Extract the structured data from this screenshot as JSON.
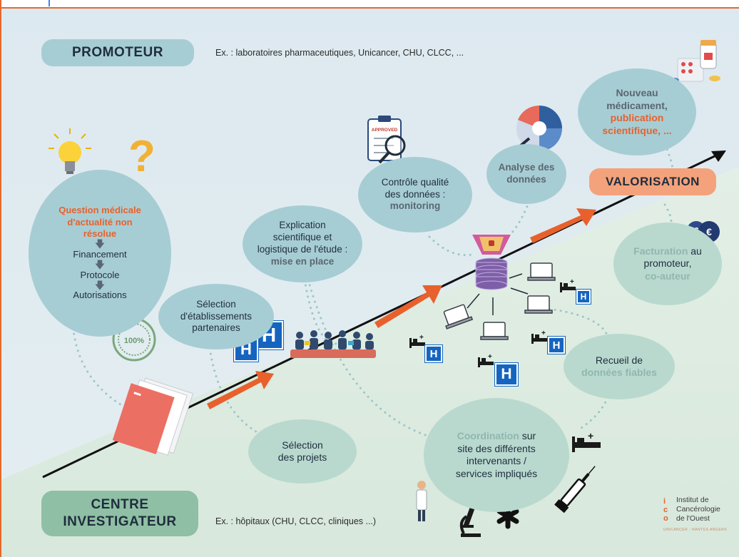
{
  "promoteur": {
    "label": "PROMOTEUR",
    "example": "Ex. : laboratoires pharmaceutiques, Unicancer, CHU, CLCC, ..."
  },
  "centre": {
    "label_line1": "CENTRE",
    "label_line2": "INVESTIGATEUR",
    "example": "Ex. : hôpitaux (CHU, CLCC, cliniques ...)"
  },
  "question": {
    "line1": "Question médicale",
    "line2": "d'actualité non",
    "line3": "résolue",
    "steps": [
      "Financement",
      "Protocole",
      "Autorisations"
    ]
  },
  "selection_etab": [
    "Sélection",
    "d'établissements",
    "partenaires"
  ],
  "explication": [
    "Explication",
    "scientifique et",
    "logistique de l'étude :",
    "mise en place"
  ],
  "controle": [
    "Contrôle qualité",
    "des données :",
    "monitoring"
  ],
  "analyse": [
    "Analyse des",
    "données"
  ],
  "nouveau": [
    "Nouveau",
    "médicament,",
    "publication",
    "scientifique, ..."
  ],
  "valorisation": "VALORISATION",
  "facturation": [
    "Facturation",
    " au",
    "promoteur,",
    "co-auteur"
  ],
  "recueil": [
    "Recueil de",
    "données fiables"
  ],
  "coordination": [
    "Coordination",
    " sur",
    "site des différents",
    "intervenants /",
    "services impliqués"
  ],
  "selection_projets": [
    "Sélection",
    "des projets"
  ],
  "approved_stamp": "APPROVED",
  "stamp_percent": "100%",
  "hospital_letter": "H",
  "logo": [
    "Institut de",
    "Cancérologie",
    "de l'Ouest"
  ],
  "logo_footer": "UNICANCER · NANTES ANGERS",
  "colors": {
    "teal_pill": "#a7cdd4",
    "green_pill": "#8fbfa4",
    "orange": "#e8612c",
    "hospital_blue": "#1565c0"
  },
  "icons": [
    "lightbulb-icon",
    "question-mark-icon",
    "folder-icon",
    "approved-stamp-icon",
    "clipboard-icon",
    "target-chart-icon",
    "pills-icon",
    "money-bags-icon",
    "database-shield-icon",
    "laptop-icon",
    "hospital-bed-icon",
    "hospital-icon",
    "meeting-people-icon",
    "doctor-icon",
    "microscope-icon",
    "asterisk-icon",
    "syringe-icon"
  ]
}
